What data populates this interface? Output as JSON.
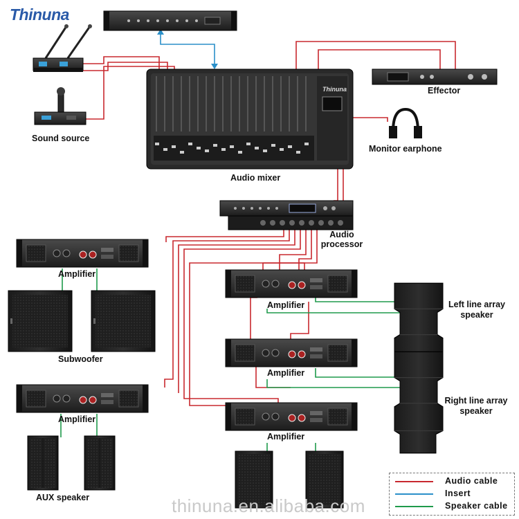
{
  "brand": "Thinuna",
  "watermark": "thinuna.en.alibaba.com",
  "colors": {
    "audio": "#c8282e",
    "insert": "#2a8fc9",
    "speaker": "#1e9a4b"
  },
  "labels": {
    "effector": "Effector",
    "sound_source": "Sound source",
    "monitor_earphone": "Monitor earphone",
    "audio_mixer": "Audio mixer",
    "audio_processor_line1": "Audio",
    "audio_processor_line2": "processor",
    "amplifier": "Amplifier",
    "subwoofer": "Subwoofer",
    "aux_speaker": "AUX speaker",
    "left_line_array_line1": "Left line array",
    "left_line_array_line2": "speaker",
    "right_line_array_line1": "Right line array",
    "right_line_array_line2": "speaker"
  },
  "legend": [
    {
      "label": "Audio cable",
      "color": "#c8282e"
    },
    {
      "label": "Insert",
      "color": "#2a8fc9"
    },
    {
      "label": "Speaker cable",
      "color": "#1e9a4b"
    }
  ]
}
